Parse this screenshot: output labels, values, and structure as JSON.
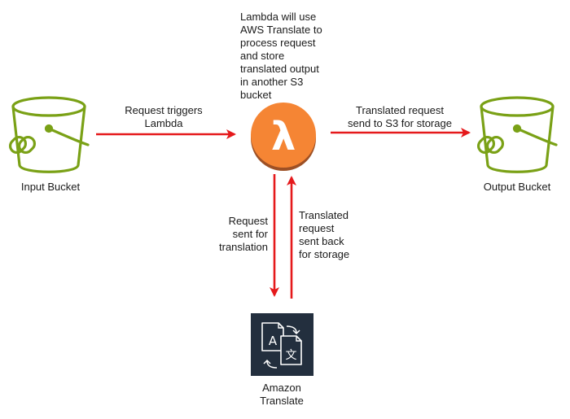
{
  "nodes": {
    "input_bucket": {
      "label": "Input Bucket",
      "icon": "s3-bucket-icon",
      "color": "#7AA116"
    },
    "lambda": {
      "icon": "lambda-icon",
      "color": "#F58534",
      "symbol": "λ"
    },
    "output_bucket": {
      "label": "Output Bucket",
      "icon": "s3-bucket-icon",
      "color": "#7AA116"
    },
    "translate": {
      "label_line1": "Amazon",
      "label_line2": "Translate",
      "icon": "translate-icon",
      "bg": "#232F3E"
    }
  },
  "annotations": {
    "lambda_note": [
      "Lambda will use",
      "AWS Translate to",
      "process request",
      "and store",
      "translated output",
      "in another S3",
      "bucket"
    ]
  },
  "edges": {
    "input_to_lambda": {
      "line1": "Request triggers",
      "line2": "Lambda"
    },
    "lambda_to_output": {
      "line1": "Translated request",
      "line2": "send to S3 for storage"
    },
    "lambda_to_translate": {
      "line1": "Request",
      "line2": "sent for",
      "line3": "translation"
    },
    "translate_to_lambda": {
      "line1": "Translated",
      "line2": "request",
      "line3": "sent back",
      "line4": "for storage"
    }
  },
  "colors": {
    "arrow": "#E5191B"
  }
}
